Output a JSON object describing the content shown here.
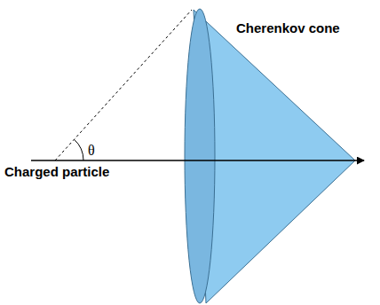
{
  "diagram": {
    "labels": [
      "Cherenkov cone",
      "θ",
      "Charged particle"
    ]
  }
}
